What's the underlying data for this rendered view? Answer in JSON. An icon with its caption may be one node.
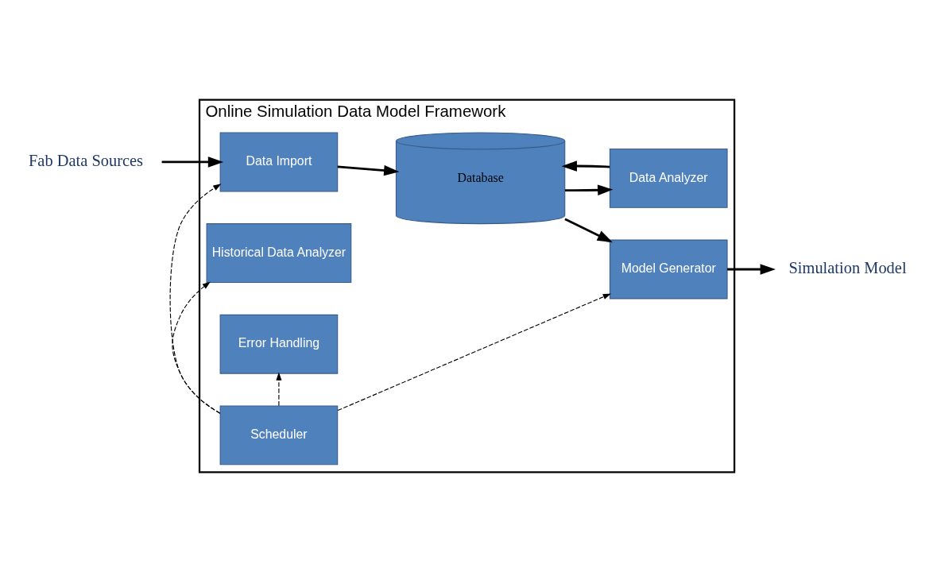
{
  "diagram": {
    "nodes": [
      {
        "text": [
          "Online Simulation Data Model Framework"
        ]
      },
      {
        "text": [
          "Fab Data Sources"
        ]
      },
      {
        "text": [
          "Data Import"
        ],
        "in": 0
      },
      {
        "text": [
          "Database"
        ],
        "in": 0
      },
      {
        "text": [
          "Model Generator"
        ],
        "in": 0
      },
      {
        "text": [
          "Simulation Model"
        ]
      },
      {
        "text": [
          "Data Analyzer"
        ],
        "in": 0
      },
      {
        "text": [
          "Historical Data Analyzer"
        ],
        "in": 0
      },
      {
        "text": [
          "Error Handling"
        ],
        "in": 0
      },
      {
        "text": [
          "Scheduler"
        ],
        "in": 0
      }
    ],
    "edges": [
      {
        "from": 1,
        "to": 2,
        "arrow": "to"
      },
      {
        "from": 2,
        "to": 3,
        "arrow": "to"
      },
      {
        "from": 3,
        "to": 4,
        "arrow": "to"
      },
      {
        "from": 4,
        "to": 5,
        "arrow": "to"
      },
      {
        "from": 3,
        "to": 6,
        "arrow": "to"
      },
      {
        "from": 6,
        "to": 3,
        "arrow": "to"
      },
      {
        "from": 9,
        "to": 2,
        "arrow": "to",
        "style": "dashed"
      },
      {
        "from": 9,
        "to": 7,
        "arrow": "to",
        "style": "dashed"
      },
      {
        "from": 9,
        "to": 8,
        "arrow": "to",
        "style": "dashed"
      },
      {
        "from": 9,
        "to": 4,
        "arrow": "to",
        "style": "dashed"
      }
    ]
  }
}
